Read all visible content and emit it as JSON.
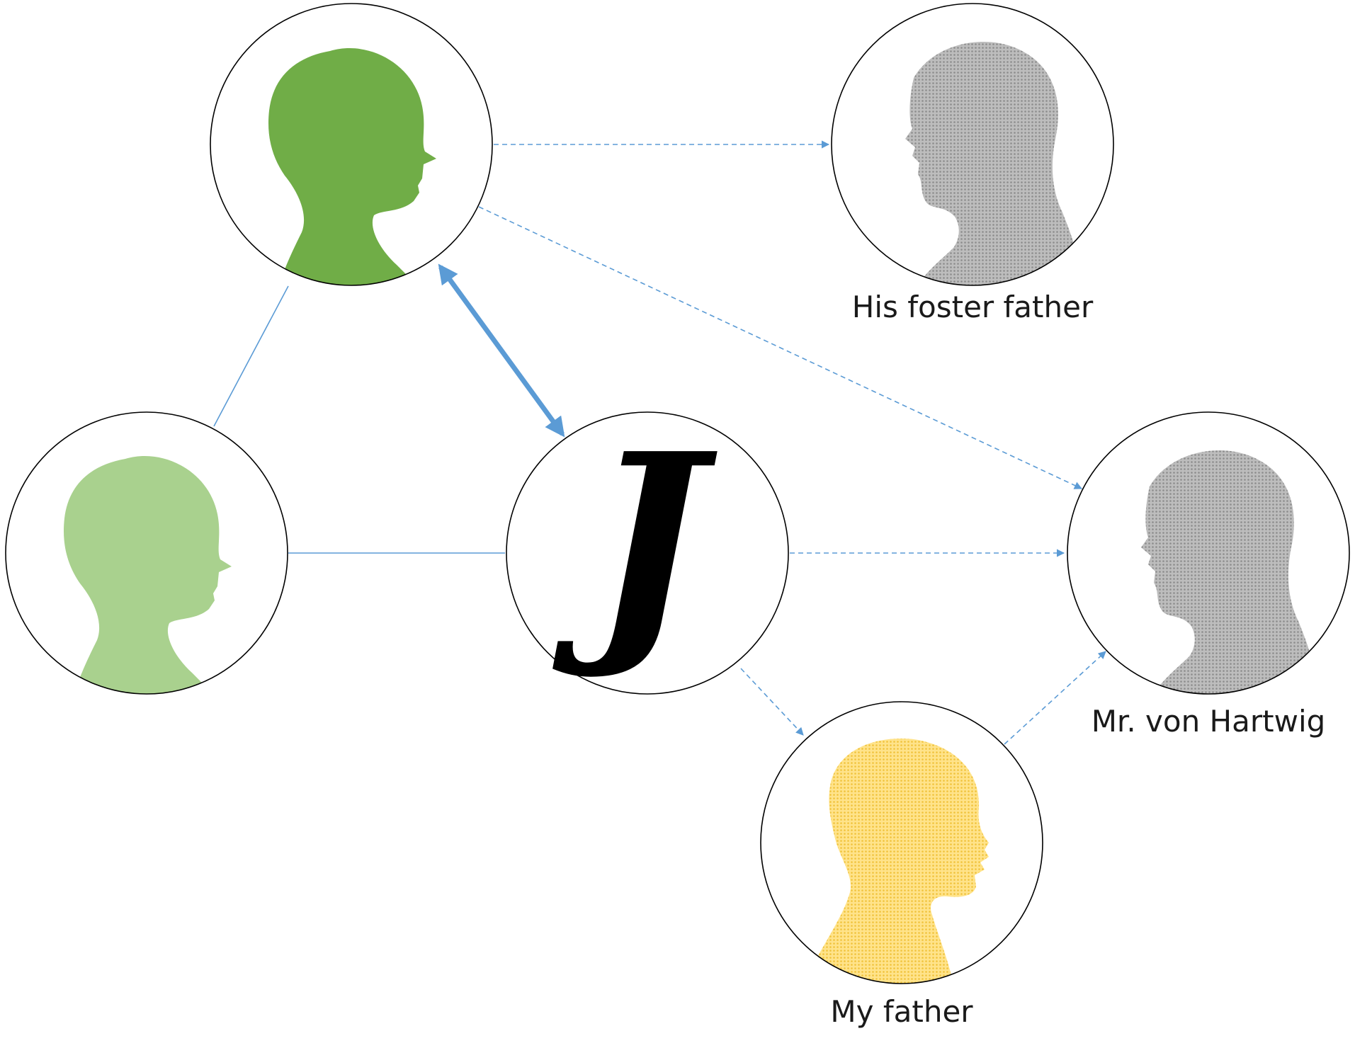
{
  "nodes": {
    "girl_top": {
      "label": "",
      "color": "#70ad47",
      "icon": "child-silhouette-icon"
    },
    "girl_left": {
      "label": "",
      "color": "#a9d18e",
      "icon": "child-silhouette-icon"
    },
    "center": {
      "label": "",
      "initial": "J",
      "icon": "initial-j-icon"
    },
    "foster_father": {
      "label": "His foster father",
      "color": "#a6a6a6",
      "icon": "man-silhouette-icon"
    },
    "hartwig": {
      "label": "Mr. von Hartwig",
      "color": "#a6a6a6",
      "icon": "man-silhouette-icon"
    },
    "my_father": {
      "label": "My father",
      "color": "#ffd966",
      "icon": "man-silhouette-icon"
    }
  },
  "edges": [
    {
      "from": "girl_top",
      "to": "center",
      "style": "double-arrow-thick"
    },
    {
      "from": "girl_top",
      "to": "girl_left",
      "style": "solid-line"
    },
    {
      "from": "girl_left",
      "to": "center",
      "style": "solid-line"
    },
    {
      "from": "girl_top",
      "to": "foster_father",
      "style": "dashed-arrow"
    },
    {
      "from": "girl_top",
      "to": "hartwig",
      "style": "dashed-arrow"
    },
    {
      "from": "center",
      "to": "hartwig",
      "style": "dashed-arrow"
    },
    {
      "from": "center",
      "to": "my_father",
      "style": "dashed-arrow"
    },
    {
      "from": "my_father",
      "to": "hartwig",
      "style": "dashed-arrow"
    }
  ],
  "colors": {
    "edge": "#5b9bd5",
    "circle_stroke": "#000000"
  }
}
